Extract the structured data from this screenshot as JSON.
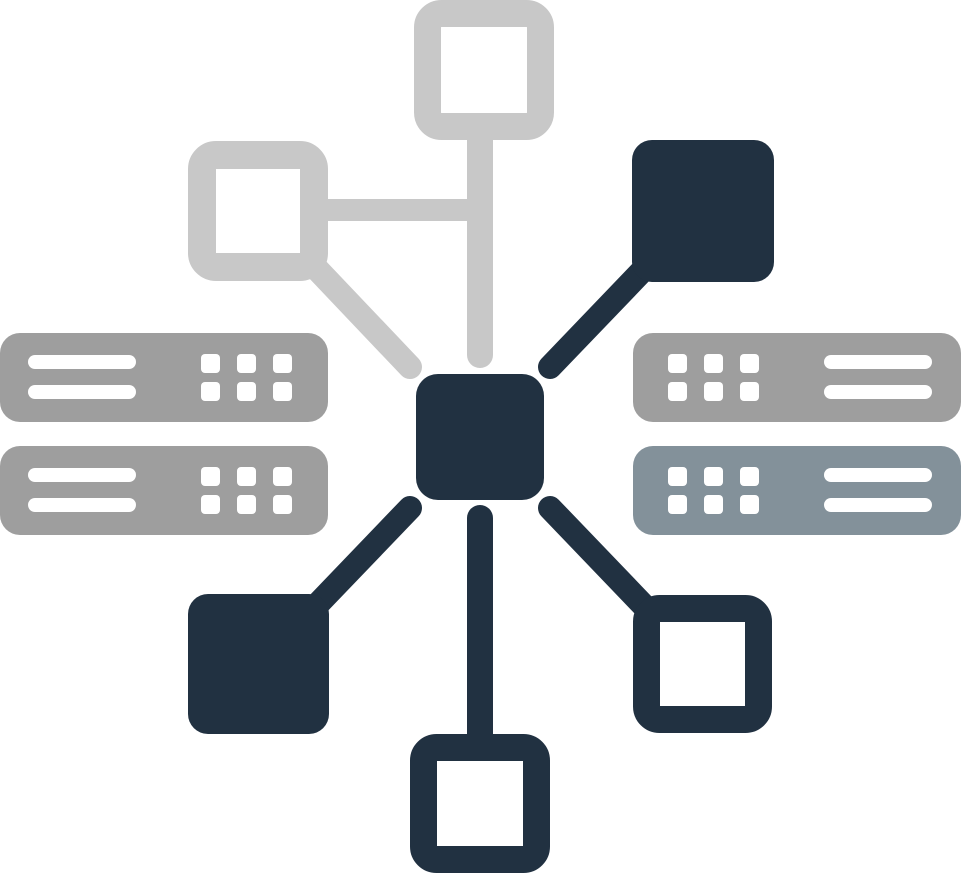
{
  "diagram": {
    "icon": "network-topology-icon",
    "colors": {
      "active": "#213141",
      "inactive_light": "#c8c8c8",
      "server_gray": "#9e9e9e",
      "server_slate": "#83919a",
      "detail": "#ffffff"
    },
    "nodes": [
      {
        "name": "hub-node",
        "state": "active",
        "style": "filled"
      },
      {
        "name": "node-top",
        "state": "inactive",
        "style": "outline"
      },
      {
        "name": "node-top-left",
        "state": "inactive",
        "style": "outline"
      },
      {
        "name": "node-top-right",
        "state": "active",
        "style": "filled"
      },
      {
        "name": "node-bottom-left",
        "state": "active",
        "style": "filled"
      },
      {
        "name": "node-bottom",
        "state": "active",
        "style": "outline"
      },
      {
        "name": "node-bottom-right",
        "state": "active",
        "style": "outline"
      }
    ],
    "servers": [
      {
        "name": "server-left-top",
        "color": "server_gray"
      },
      {
        "name": "server-left-bottom",
        "color": "server_gray"
      },
      {
        "name": "server-right-top",
        "color": "server_gray"
      },
      {
        "name": "server-right-bottom",
        "color": "server_slate"
      }
    ]
  }
}
